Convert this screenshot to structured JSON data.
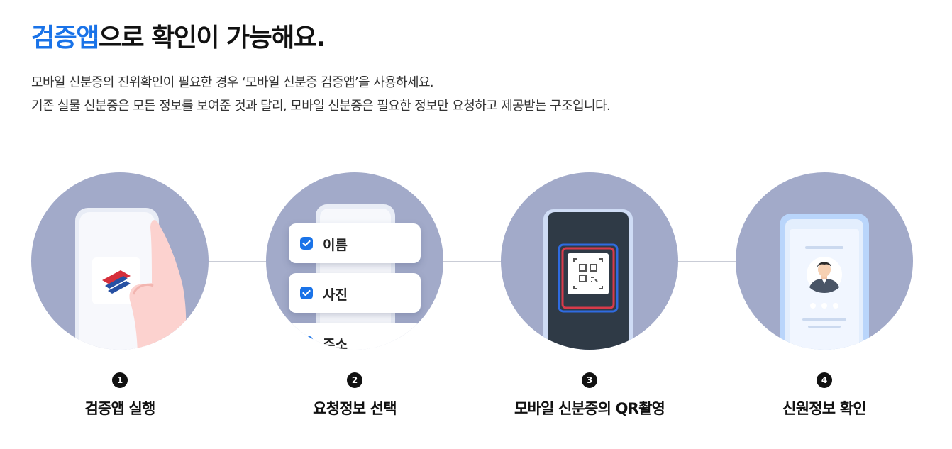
{
  "headline": {
    "accent": "검증앱",
    "rest": "으로 확인이 가능해요."
  },
  "description": {
    "line1": "모바일 신분증의 진위확인이 필요한 경우 ‘모바일 신분증 검증앱’을 사용하세요.",
    "line2": "기존 실물 신분증은 모든 정보를 보여준 것과 달리, 모바일 신분증은 필요한 정보만 요청하고 제공받는 구조입니다."
  },
  "steps": [
    {
      "number": "1",
      "label": "검증앱 실행"
    },
    {
      "number": "2",
      "label": "요청정보 선택",
      "checklist": [
        "이름",
        "사진",
        "주소"
      ]
    },
    {
      "number": "3",
      "label": "모바일 신분증의 QR촬영"
    },
    {
      "number": "4",
      "label": "신원정보 확인"
    }
  ],
  "colors": {
    "accent": "#1a73e8",
    "circle_bg": "#a2aac9",
    "qr_frame": "#d83b4a",
    "qr_outer": "#2f6be0",
    "badge": "#111111"
  }
}
